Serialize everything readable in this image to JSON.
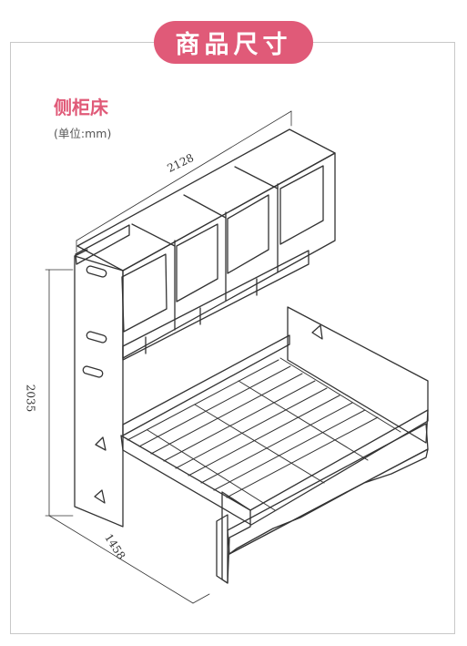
{
  "header": {
    "title": "商品尺寸"
  },
  "section": {
    "title": "侧柜床",
    "unit_note": "(单位:mm)"
  },
  "dimensions": {
    "width": "2128",
    "height": "2035",
    "depth": "1458"
  },
  "colors": {
    "accent": "#e05a78",
    "line": "#333333",
    "frame": "#c8c8c8"
  }
}
